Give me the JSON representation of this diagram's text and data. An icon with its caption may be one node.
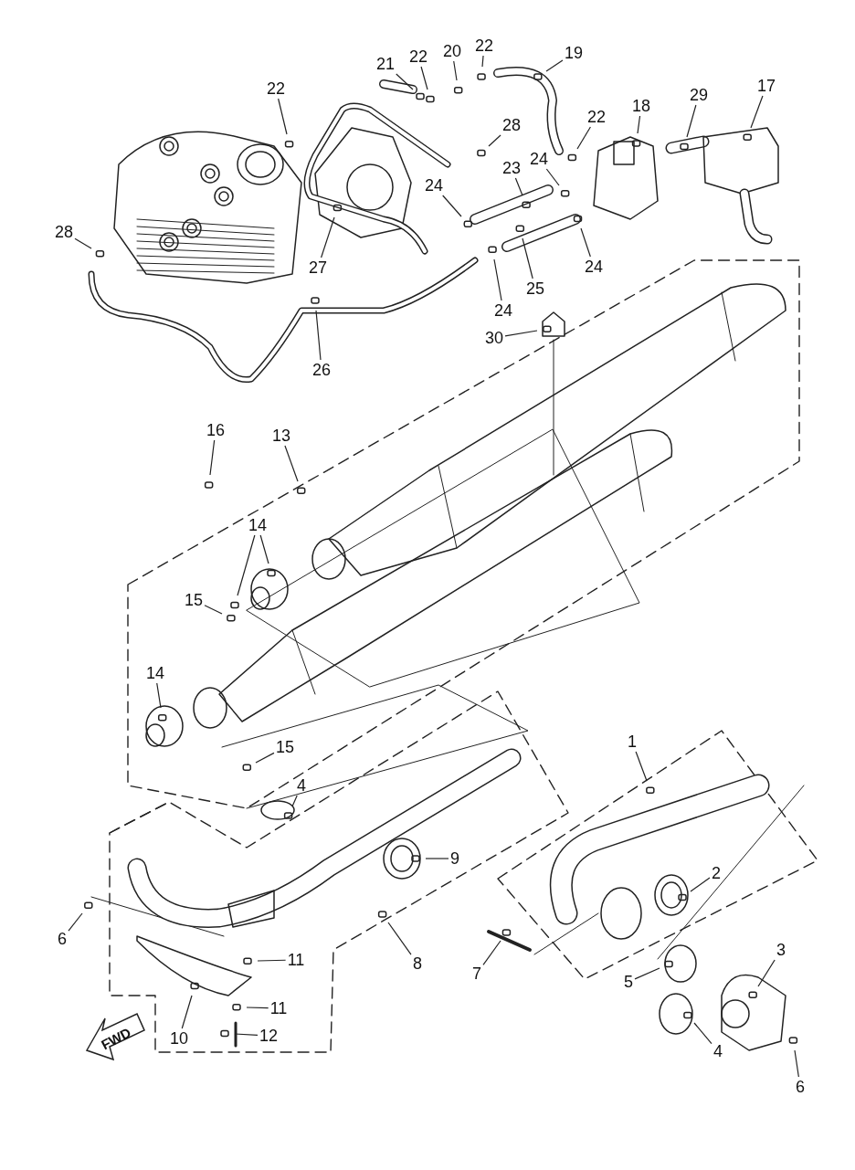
{
  "diagram": {
    "nodes": [
      {
        "text": [
          "21"
        ]
      },
      {
        "text": [
          "22"
        ]
      },
      {
        "text": [
          "20"
        ]
      },
      {
        "text": [
          "22"
        ]
      },
      {
        "text": [
          "19"
        ]
      },
      {
        "text": [
          "22"
        ]
      },
      {
        "text": [
          "28"
        ]
      },
      {
        "text": [
          "22"
        ]
      },
      {
        "text": [
          "18"
        ]
      },
      {
        "text": [
          "29"
        ]
      },
      {
        "text": [
          "17"
        ]
      },
      {
        "text": [
          "23"
        ]
      },
      {
        "text": [
          "24"
        ]
      },
      {
        "text": [
          "24"
        ]
      },
      {
        "text": [
          "28"
        ]
      },
      {
        "text": [
          "27"
        ]
      },
      {
        "text": [
          "24"
        ]
      },
      {
        "text": [
          "25"
        ]
      },
      {
        "text": [
          "24"
        ]
      },
      {
        "text": [
          "26"
        ]
      },
      {
        "text": [
          "30"
        ]
      },
      {
        "text": [
          "16"
        ]
      },
      {
        "text": [
          "13"
        ]
      },
      {
        "text": [
          "14"
        ]
      },
      {
        "text": [
          "15"
        ]
      },
      {
        "text": [
          "14"
        ]
      },
      {
        "text": [
          "15"
        ]
      },
      {
        "text": [
          "4"
        ]
      },
      {
        "text": [
          "9"
        ]
      },
      {
        "text": [
          "1"
        ]
      },
      {
        "text": [
          "2"
        ]
      },
      {
        "text": [
          "6"
        ]
      },
      {
        "text": [
          "11"
        ]
      },
      {
        "text": [
          "8"
        ]
      },
      {
        "text": [
          "7"
        ]
      },
      {
        "text": [
          "3"
        ]
      },
      {
        "text": [
          "5"
        ]
      },
      {
        "text": [
          "10"
        ]
      },
      {
        "text": [
          "11"
        ]
      },
      {
        "text": [
          "12"
        ]
      },
      {
        "text": [
          "4"
        ]
      },
      {
        "text": [
          "6"
        ]
      }
    ],
    "edges": [
      {
        "from": 0,
        "to": null,
        "arrow": "none"
      },
      {
        "from": 1,
        "to": null,
        "arrow": "none"
      },
      {
        "from": 2,
        "to": null,
        "arrow": "none"
      },
      {
        "from": 3,
        "to": null,
        "arrow": "none"
      },
      {
        "from": 4,
        "to": null,
        "arrow": "none"
      },
      {
        "from": 5,
        "to": null,
        "arrow": "none"
      },
      {
        "from": 6,
        "to": null,
        "arrow": "none"
      },
      {
        "from": 7,
        "to": null,
        "arrow": "none"
      },
      {
        "from": 8,
        "to": null,
        "arrow": "none"
      },
      {
        "from": 9,
        "to": null,
        "arrow": "none"
      },
      {
        "from": 10,
        "to": null,
        "arrow": "none"
      },
      {
        "from": 11,
        "to": null,
        "arrow": "none"
      },
      {
        "from": 12,
        "to": null,
        "arrow": "none"
      },
      {
        "from": 13,
        "to": null,
        "arrow": "none"
      },
      {
        "from": 14,
        "to": null,
        "arrow": "none"
      },
      {
        "from": 15,
        "to": null,
        "arrow": "none"
      },
      {
        "from": 16,
        "to": null,
        "arrow": "none"
      },
      {
        "from": 17,
        "to": null,
        "arrow": "none"
      },
      {
        "from": 18,
        "to": null,
        "arrow": "none"
      },
      {
        "from": 19,
        "to": null,
        "arrow": "none"
      },
      {
        "from": 20,
        "to": null,
        "arrow": "none"
      },
      {
        "from": 21,
        "to": null,
        "arrow": "none"
      },
      {
        "from": 22,
        "to": null,
        "arrow": "none"
      },
      {
        "from": 23,
        "to": null,
        "arrow": "none"
      },
      {
        "from": 23,
        "to": null,
        "arrow": "none"
      },
      {
        "from": 24,
        "to": null,
        "arrow": "none"
      },
      {
        "from": 25,
        "to": null,
        "arrow": "none"
      },
      {
        "from": 26,
        "to": null,
        "arrow": "none"
      },
      {
        "from": 27,
        "to": null,
        "arrow": "none"
      },
      {
        "from": 28,
        "to": null,
        "arrow": "none"
      },
      {
        "from": 29,
        "to": null,
        "arrow": "none"
      },
      {
        "from": 30,
        "to": null,
        "arrow": "none"
      },
      {
        "from": 31,
        "to": null,
        "arrow": "none"
      },
      {
        "from": 32,
        "to": null,
        "arrow": "none"
      },
      {
        "from": 33,
        "to": null,
        "arrow": "none"
      },
      {
        "from": 34,
        "to": null,
        "arrow": "none"
      },
      {
        "from": 35,
        "to": null,
        "arrow": "none"
      },
      {
        "from": 36,
        "to": null,
        "arrow": "none"
      },
      {
        "from": 37,
        "to": null,
        "arrow": "none"
      },
      {
        "from": 38,
        "to": null,
        "arrow": "none"
      },
      {
        "from": 39,
        "to": null,
        "arrow": "none"
      },
      {
        "from": 40,
        "to": null,
        "arrow": "none"
      },
      {
        "from": 41,
        "to": null,
        "arrow": "none"
      }
    ],
    "labels": [
      "FWD"
    ]
  }
}
